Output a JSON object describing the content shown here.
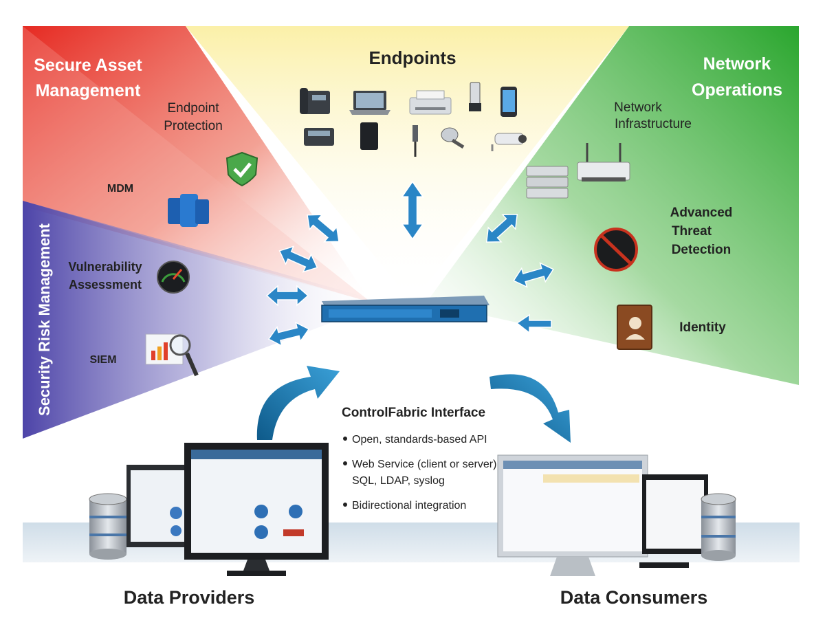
{
  "sections": {
    "secure_asset_management": {
      "title_line1": "Secure Asset",
      "title_line2": "Management"
    },
    "endpoints": {
      "title": "Endpoints"
    },
    "network_operations": {
      "title_line1": "Network",
      "title_line2": "Operations"
    },
    "security_risk_management": {
      "title": "Security Risk Management"
    }
  },
  "nodes": {
    "endpoint_protection": {
      "line1": "Endpoint",
      "line2": "Protection"
    },
    "mdm": {
      "label": "MDM"
    },
    "vulnerability_assessment": {
      "line1": "Vulnerability",
      "line2": "Assessment"
    },
    "siem": {
      "label": "SIEM"
    },
    "network_infrastructure": {
      "line1": "Network",
      "line2": "Infrastructure"
    },
    "advanced_threat_detection": {
      "line1": "Advanced",
      "line2": "Threat",
      "line3": "Detection"
    },
    "identity": {
      "label": "Identity"
    }
  },
  "controlfabric": {
    "title": "ControlFabric Interface",
    "bullets": [
      "Open, standards-based API",
      "Web Service (client or server),",
      "SQL, LDAP, syslog",
      "Bidirectional integration"
    ]
  },
  "bottom": {
    "data_providers": "Data Providers",
    "data_consumers": "Data Consumers"
  },
  "colors": {
    "red": "#e8352a",
    "yellow": "#fbf3b8",
    "green": "#3fae3f",
    "purple": "#5a4fb0",
    "arrow_blue": "#2a86c6",
    "appliance_blue": "#1f6fb0"
  }
}
